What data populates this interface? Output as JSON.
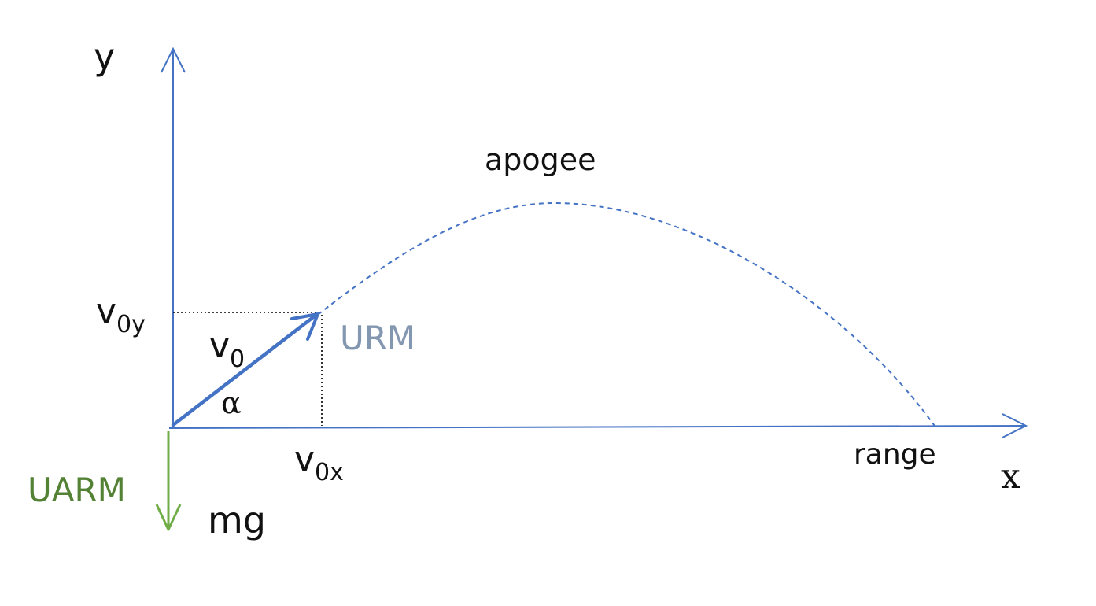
{
  "labels": {
    "y_axis": "y",
    "x_axis": "x",
    "apogee": "apogee",
    "range": "range",
    "v0y_main": "v",
    "v0y_sub": "0y",
    "v0x_main": "v",
    "v0x_sub": "0x",
    "v0_main": "v",
    "v0_sub": "0",
    "alpha": "α",
    "urm": "URM",
    "uarm": "UARM",
    "mg": "mg"
  },
  "colors": {
    "axis": "#4472c4",
    "trajectory": "#4472c4",
    "velocity_vector": "#4472c4",
    "gravity_vector": "#70ad47",
    "urm_text": "#8497b0",
    "uarm_text": "#548235",
    "guide_lines": "#000000",
    "text": "#111111"
  }
}
